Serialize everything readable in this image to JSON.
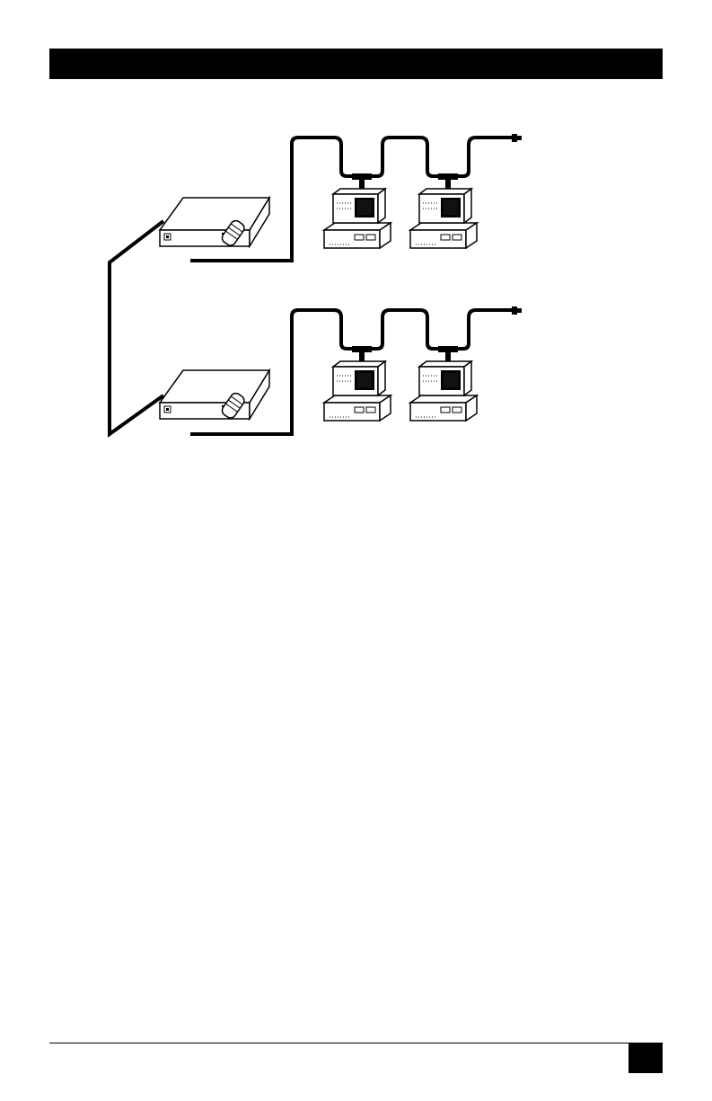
{
  "header": {
    "title": ""
  },
  "footer": {
    "page_number": ""
  },
  "diagram": {
    "rows": [
      {
        "id": "segment-1",
        "devices": [
          "transceiver",
          "workstation",
          "workstation",
          "terminator"
        ]
      },
      {
        "id": "segment-2",
        "devices": [
          "transceiver",
          "workstation",
          "workstation",
          "terminator"
        ]
      }
    ],
    "link": "twisted-pair-cable-between-transceivers"
  },
  "colors": {
    "ink": "#000000",
    "paper": "#ffffff"
  }
}
